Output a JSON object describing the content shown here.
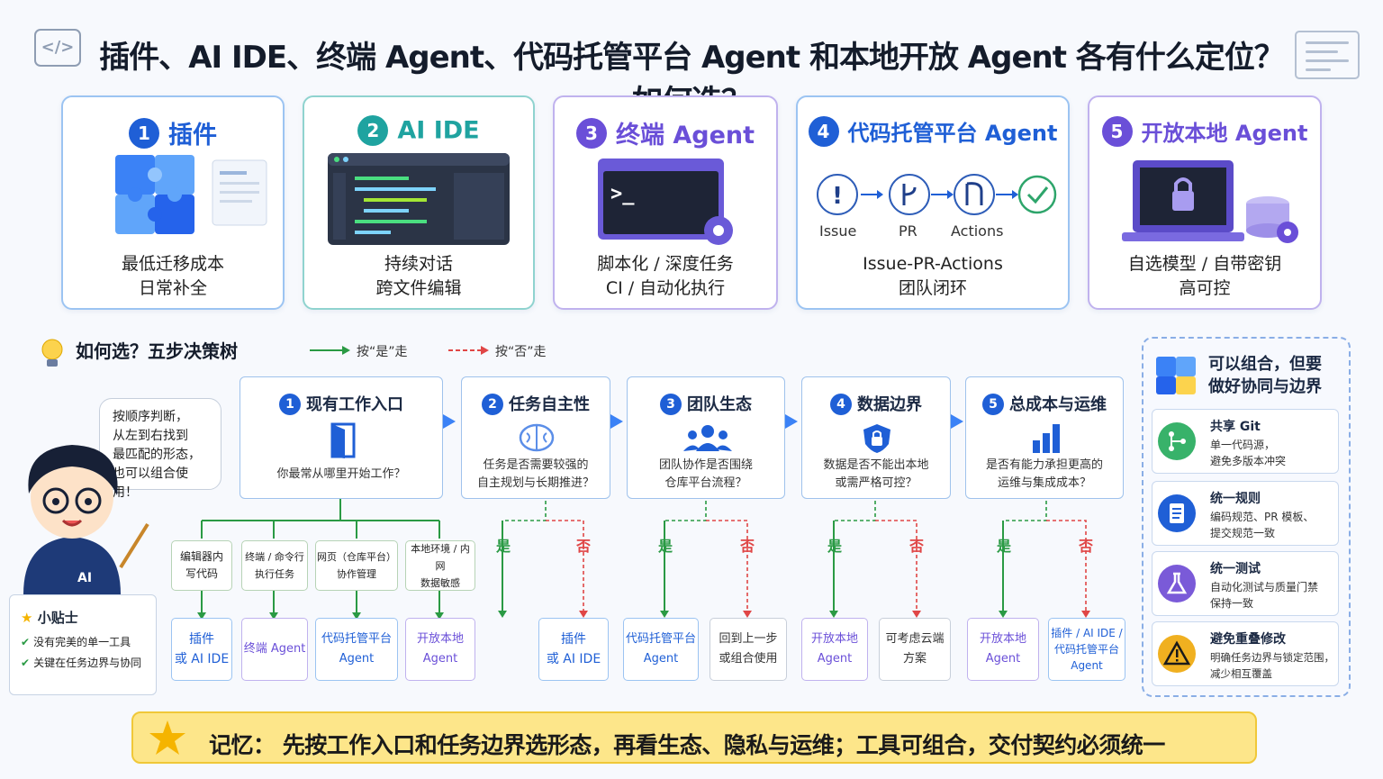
{
  "title": "插件、AI IDE、终端 Agent、代码托管平台 Agent 和本地开放 Agent 各有什么定位？如何选？",
  "corner_icon": "</>",
  "colors": {
    "blue": "#1f5fd6",
    "teal": "#1fa3a0",
    "purple": "#6a4fd8",
    "green": "#2a9a44",
    "red": "#e04646",
    "yellow": "#fde68a"
  },
  "cards": [
    {
      "num": "1",
      "title": "插件",
      "desc1": "最低迁移成本",
      "desc2": "日常补全",
      "icon": "puzzle-icon"
    },
    {
      "num": "2",
      "title": "AI IDE",
      "desc1": "持续对话",
      "desc2": "跨文件编辑",
      "icon": "ide-window-icon"
    },
    {
      "num": "3",
      "title": "终端 Agent",
      "desc1": "脚本化 / 深度任务",
      "desc2": "CI / 自动化执行",
      "icon": "terminal-icon"
    },
    {
      "num": "4",
      "title": "代码托管平台 Agent",
      "desc1": "Issue-PR-Actions",
      "desc2": "团队闭环",
      "icon": "workflow-icon",
      "flow": [
        "Issue",
        "PR",
        "Actions"
      ]
    },
    {
      "num": "5",
      "title": "开放本地 Agent",
      "desc1": "自选模型 / 自带密钥",
      "desc2": "高可控",
      "icon": "laptop-lock-icon"
    }
  ],
  "decision": {
    "title": "如何选？五步决策树",
    "legend_yes": "按“是”走",
    "legend_no": "按“否”走",
    "bubble": [
      "按顺序判断，",
      "从左到右找到",
      "最匹配的形态，",
      "也可以组合使用！"
    ],
    "tips_title": "小贴士",
    "tips": [
      "没有完美的单一工具",
      "关键在任务边界与协同"
    ],
    "steps": [
      {
        "num": "1",
        "title": "现有工作入口",
        "q1": "你最常从哪里开始工作？",
        "q2": ""
      },
      {
        "num": "2",
        "title": "任务自主性",
        "q1": "任务是否需要较强的",
        "q2": "自主规划与长期推进？"
      },
      {
        "num": "3",
        "title": "团队生态",
        "q1": "团队协作是否围绕",
        "q2": "仓库平台流程？"
      },
      {
        "num": "4",
        "title": "数据边界",
        "q1": "数据是否不能出本地",
        "q2": "或需严格可控？"
      },
      {
        "num": "5",
        "title": "总成本与运维",
        "q1": "是否有能力承担更高的",
        "q2": "运维与集成成本？"
      }
    ],
    "entries": [
      "编辑器内\n写代码",
      "终端 / 命令行\n执行任务",
      "网页（仓库平台）\n协作管理",
      "本地环境 / 内网\n数据敏感"
    ],
    "entry_results": [
      "插件\n或 AI IDE",
      "终端 Agent",
      "代码托管平台\nAgent",
      "开放本地\nAgent"
    ],
    "yes_label": "是",
    "no_label": "否",
    "branch_results": [
      {
        "yes": "",
        "no": "插件\n或 AI IDE"
      },
      {
        "yes": "代码托管平台\nAgent",
        "no": "回到上一步\n或组合使用"
      },
      {
        "yes": "开放本地\nAgent",
        "no": "可考虑云端\n方案"
      },
      {
        "yes": "开放本地\nAgent",
        "no": "插件 / AI IDE /\n代码托管平台\nAgent"
      }
    ]
  },
  "combine": {
    "title1": "可以组合，但要",
    "title2": "做好协同与边界",
    "items": [
      {
        "title": "共享 Git",
        "desc": "单一代码源，\n避免多版本冲突",
        "icon": "git-icon",
        "color": "#38b26a"
      },
      {
        "title": "统一规则",
        "desc": "编码规范、PR 模板、\n提交规范一致",
        "icon": "document-icon",
        "color": "#1f5fd6"
      },
      {
        "title": "统一测试",
        "desc": "自动化测试与质量门禁\n保持一致",
        "icon": "flask-icon",
        "color": "#7a5ad8"
      },
      {
        "title": "避免重叠修改",
        "desc": "明确任务边界与锁定范围，\n减少相互覆盖",
        "icon": "warning-icon",
        "color": "#f0b020"
      }
    ]
  },
  "footer": "记忆：  先按工作入口和任务边界选形态，再看生态、隐私与运维；工具可组合，交付契约必须统一"
}
